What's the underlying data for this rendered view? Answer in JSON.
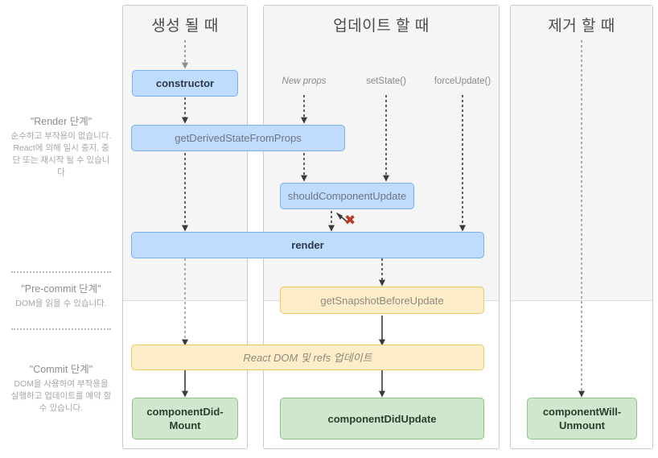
{
  "title": "React Lifecycle Methods Diagram",
  "legend": {
    "render": {
      "title": "\"Render 단계\"",
      "body": "순수하고 부작용이 없습니다. React에 의해 일시 중지, 중단 또는 재시작 될 수 있습니다"
    },
    "precommit": {
      "title": "\"Pre-commit 단계\"",
      "body": "DOM을 읽을 수 있습니다."
    },
    "commit": {
      "title": "\"Commit 단계\"",
      "body": "DOM을 사용하여 부작용을 실행하고 업데이트를 예약 할 수 있습니다."
    }
  },
  "columns": [
    {
      "id": "mount",
      "header": "생성 될 때"
    },
    {
      "id": "update",
      "header": "업데이트 할 때"
    },
    {
      "id": "unmount",
      "header": "제거 할 때"
    }
  ],
  "triggers": [
    {
      "label": "New props",
      "italic": true
    },
    {
      "label": "setState()",
      "italic": false
    },
    {
      "label": "forceUpdate()",
      "italic": false
    }
  ],
  "nodes": {
    "constructor": "constructor",
    "get_derived_state": "getDerivedStateFromProps",
    "should_component_update": "shouldComponentUpdate",
    "render": "render",
    "get_snapshot": "getSnapshotBeforeUpdate",
    "react_dom_refs": "React DOM 및 refs 업데이트",
    "component_did_mount": "componentDid-Mount",
    "component_did_mount_line1": "componentDid-",
    "component_did_mount_line2": "Mount",
    "component_did_update": "componentDidUpdate",
    "component_will_unmount_line1": "componentWill-",
    "component_will_unmount_line2": "Unmount"
  },
  "marks": {
    "bail_out_x": "✖"
  },
  "colors": {
    "blue_fill": "#bfdbfd",
    "blue_border": "#7ab0ef",
    "yellow_fill": "#fdeec9",
    "yellow_border": "#f2c563",
    "green_fill": "#cfe7cc",
    "green_border": "#8fc48b",
    "band_grey": "#f5f5f5",
    "x_red": "#c0392b"
  }
}
